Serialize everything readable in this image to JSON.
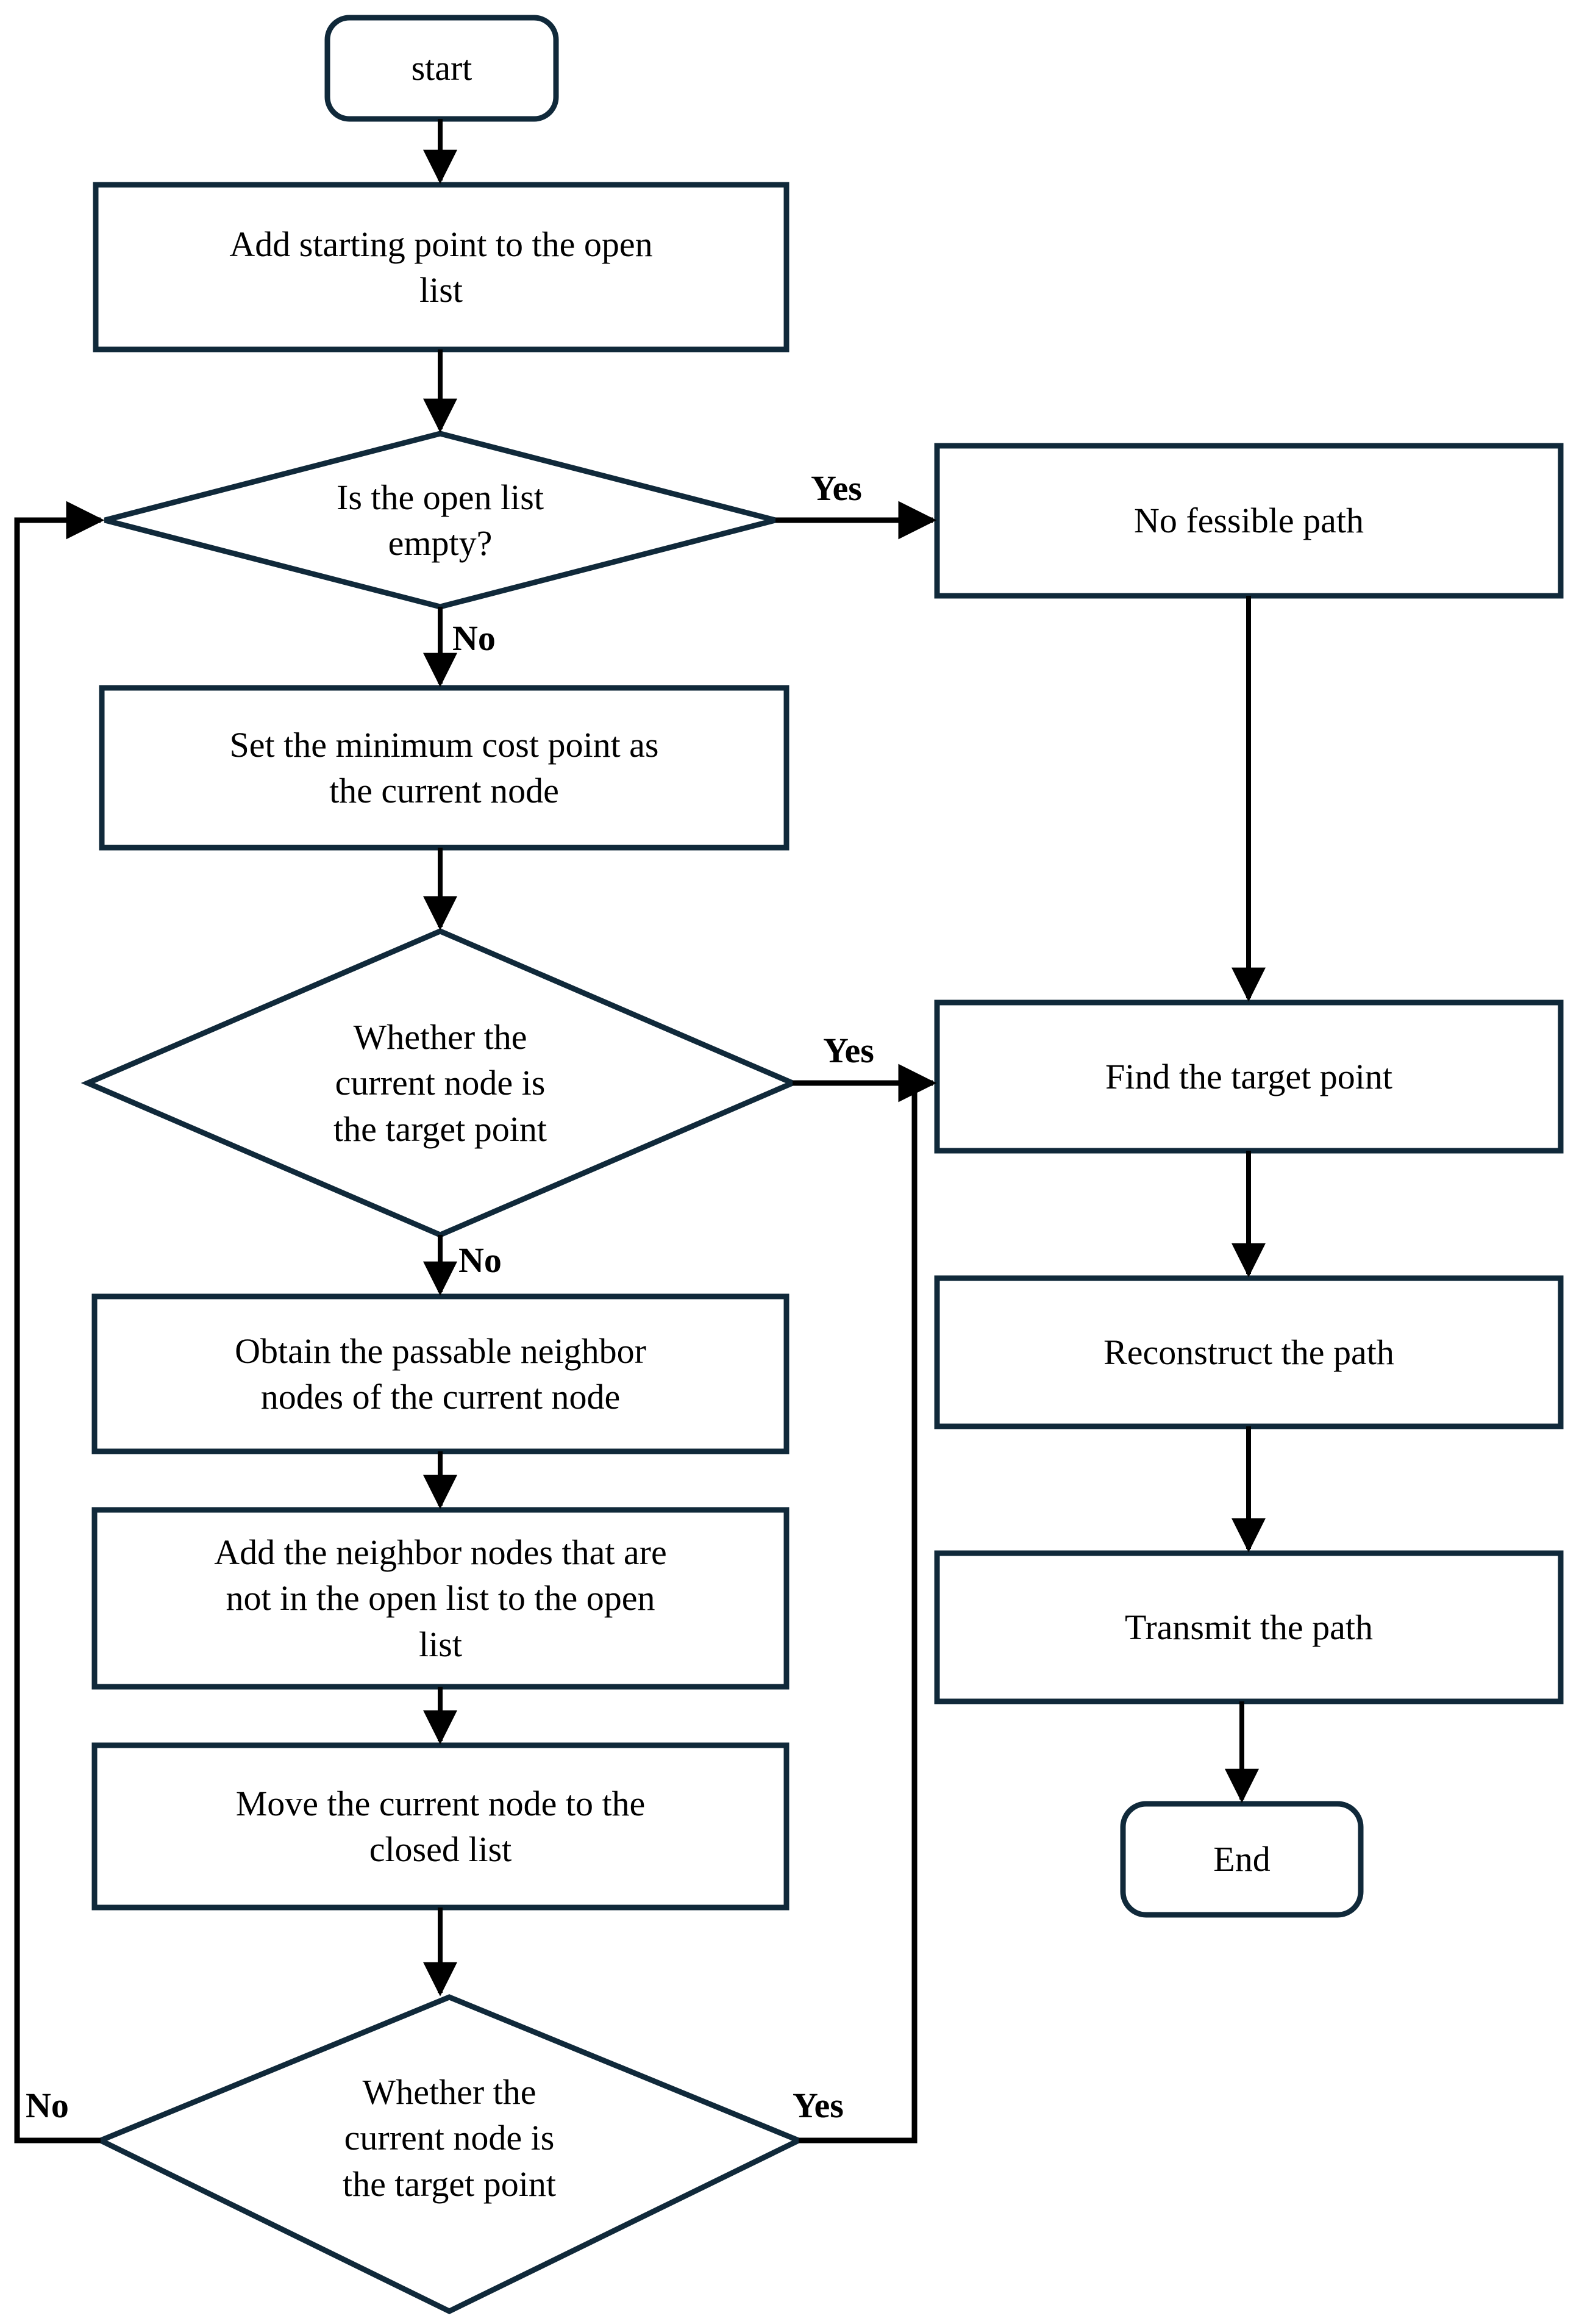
{
  "diagram": {
    "type": "flowchart",
    "title": "A* path planning algorithm flowchart",
    "colors": {
      "stroke": "#10293a",
      "arrow": "#000000",
      "text": "#000000",
      "background": "#ffffff"
    },
    "nodes": [
      {
        "id": "start",
        "shape": "rounded-rectangle",
        "label": "start"
      },
      {
        "id": "add-start-point",
        "shape": "rectangle",
        "label": "Add starting point to the open\nlist"
      },
      {
        "id": "open-list-empty",
        "shape": "diamond",
        "label": "Is the open list\nempty?"
      },
      {
        "id": "no-fessible-path",
        "shape": "rectangle",
        "label": "No fessible path"
      },
      {
        "id": "set-min-cost",
        "shape": "rectangle",
        "label": "Set the minimum cost point as\nthe current node"
      },
      {
        "id": "is-target-1",
        "shape": "diamond",
        "label": "Whether the\ncurrent node is\nthe target point"
      },
      {
        "id": "find-target",
        "shape": "rectangle",
        "label": "Find the target point"
      },
      {
        "id": "obtain-neighbors",
        "shape": "rectangle",
        "label": "Obtain the passable neighbor\nnodes of the current node"
      },
      {
        "id": "reconstruct-path",
        "shape": "rectangle",
        "label": "Reconstruct the path"
      },
      {
        "id": "add-neighbors",
        "shape": "rectangle",
        "label": "Add the neighbor nodes that are\nnot in the open list to the open\nlist"
      },
      {
        "id": "transmit-path",
        "shape": "rectangle",
        "label": "Transmit the path"
      },
      {
        "id": "move-to-closed",
        "shape": "rectangle",
        "label": "Move the current node to the\nclosed list"
      },
      {
        "id": "end",
        "shape": "rounded-rectangle",
        "label": "End"
      },
      {
        "id": "is-target-2",
        "shape": "diamond",
        "label": "Whether the\ncurrent node is\nthe target point"
      }
    ],
    "edge_labels": [
      {
        "id": "yes-open-list-empty",
        "text": "Yes",
        "from": "open-list-empty",
        "to": "no-fessible-path"
      },
      {
        "id": "no-open-list-empty",
        "text": "No",
        "from": "open-list-empty",
        "to": "set-min-cost"
      },
      {
        "id": "yes-is-target-1",
        "text": "Yes",
        "from": "is-target-1",
        "to": "find-target"
      },
      {
        "id": "no-is-target-1",
        "text": "No",
        "from": "is-target-1",
        "to": "obtain-neighbors"
      },
      {
        "id": "yes-is-target-2",
        "text": "Yes",
        "from": "is-target-2",
        "to": "find-target"
      },
      {
        "id": "no-is-target-2",
        "text": "No",
        "from": "is-target-2",
        "to": "open-list-empty"
      }
    ]
  }
}
